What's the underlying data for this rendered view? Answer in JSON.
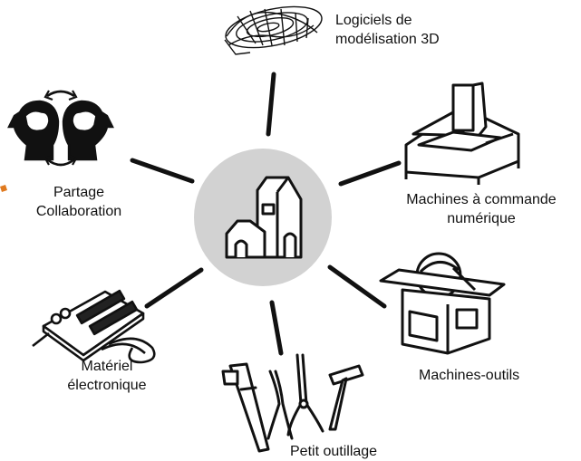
{
  "colors": {
    "hub_fill": "#d2d2d2",
    "stroke": "#111111",
    "accent": "#e07a1f"
  },
  "hub": {
    "icon": "house-icon"
  },
  "nodes": [
    {
      "id": "modeling",
      "icon": "3d-wireframe-icon",
      "line1": "Logiciels de",
      "line2": "modélisation 3D"
    },
    {
      "id": "cnc",
      "icon": "cnc-machine-icon",
      "line1": "Machines à commande",
      "line2": "numérique"
    },
    {
      "id": "machine-tools",
      "icon": "machine-tool-icon",
      "line1": "Machines-outils",
      "line2": ""
    },
    {
      "id": "small-tools",
      "icon": "hand-tools-icon",
      "line1": "Petit outillage",
      "line2": ""
    },
    {
      "id": "electronics",
      "icon": "circuit-board-icon",
      "line1": "Matériel",
      "line2": "électronique"
    },
    {
      "id": "sharing",
      "icon": "two-heads-icon",
      "line1": "Partage",
      "line2": "Collaboration"
    }
  ]
}
